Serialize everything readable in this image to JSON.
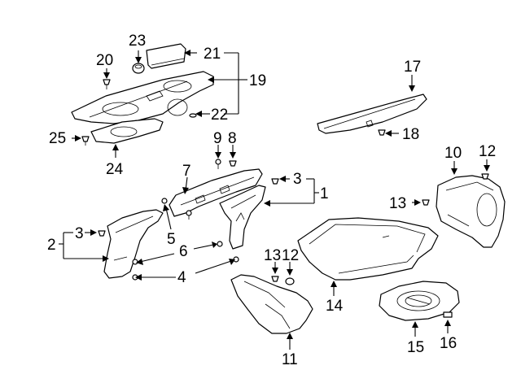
{
  "callouts": {
    "n1": "1",
    "n2": "2",
    "n3a": "3",
    "n3b": "3",
    "n4": "4",
    "n5": "5",
    "n6": "6",
    "n7": "7",
    "n8": "8",
    "n9": "9",
    "n10": "10",
    "n11": "11",
    "n12a": "12",
    "n12b": "12",
    "n13a": "13",
    "n13b": "13",
    "n14": "14",
    "n15": "15",
    "n16": "16",
    "n17": "17",
    "n18": "18",
    "n19": "19",
    "n20": "20",
    "n21": "21",
    "n22": "22",
    "n23": "23",
    "n24": "24",
    "n25": "25"
  }
}
